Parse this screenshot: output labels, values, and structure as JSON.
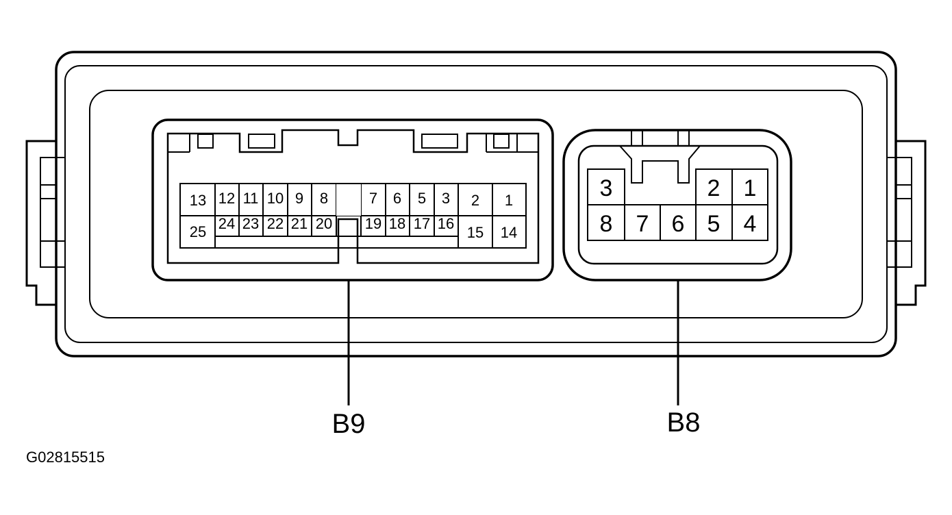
{
  "connectors": {
    "b9": {
      "label": "B9",
      "pins_top": [
        "13",
        "12",
        "11",
        "10",
        "9",
        "8",
        "7",
        "6",
        "5",
        "3",
        "2",
        "1"
      ],
      "pins_bottom": [
        "25",
        "24",
        "23",
        "22",
        "21",
        "20",
        "19",
        "18",
        "17",
        "16",
        "15",
        "14"
      ]
    },
    "b8": {
      "label": "B8",
      "pins_top": [
        "3",
        "2",
        "1"
      ],
      "pins_bottom": [
        "8",
        "7",
        "6",
        "5",
        "4"
      ]
    }
  },
  "figure_id": "G02815515"
}
